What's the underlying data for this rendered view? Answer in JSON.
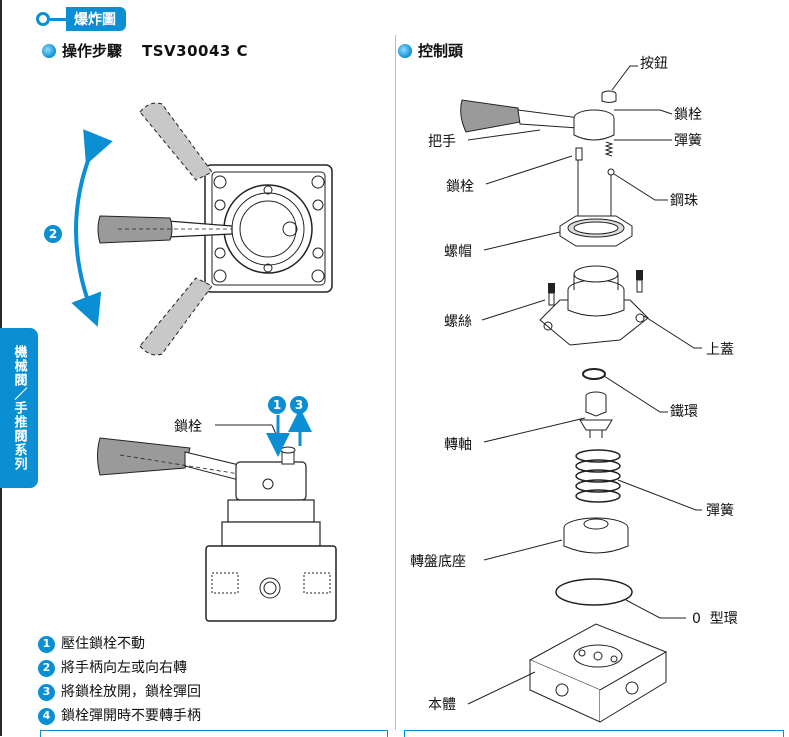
{
  "banner": {
    "title": "爆炸圖"
  },
  "left_section": {
    "title": "操作步驟",
    "model": "TSV30043 C"
  },
  "right_section": {
    "title": "控制頭"
  },
  "side_tab": {
    "label": "機械閥／手推閥系列"
  },
  "left_labels": {
    "lock_pin": "鎖栓",
    "direction_number": "2",
    "press_number": "1",
    "release_number": "3"
  },
  "steps": [
    {
      "num": "1",
      "text": "壓住鎖栓不動"
    },
    {
      "num": "2",
      "text": "將手柄向左或向右轉"
    },
    {
      "num": "3",
      "text": "將鎖栓放開，鎖栓彈回"
    },
    {
      "num": "4",
      "text": "鎖栓彈開時不要轉手柄"
    }
  ],
  "parts": {
    "button": "按鈕",
    "lock_pin_top": "鎖栓",
    "spring_top": "彈簧",
    "handle": "把手",
    "lock_pin_left": "鎖栓",
    "steel_ball": "鋼珠",
    "nut": "螺帽",
    "screw": "螺絲",
    "top_cover": "上蓋",
    "iron_ring": "鐵環",
    "shaft": "轉軸",
    "spring_mid": "彈簧",
    "turntable_base": "轉盤底座",
    "o_ring": "0  型環",
    "body": "本體"
  },
  "colors": {
    "accent": "#0a8fd4",
    "handle_gray": "#9a9a9a",
    "line": "#222222"
  }
}
